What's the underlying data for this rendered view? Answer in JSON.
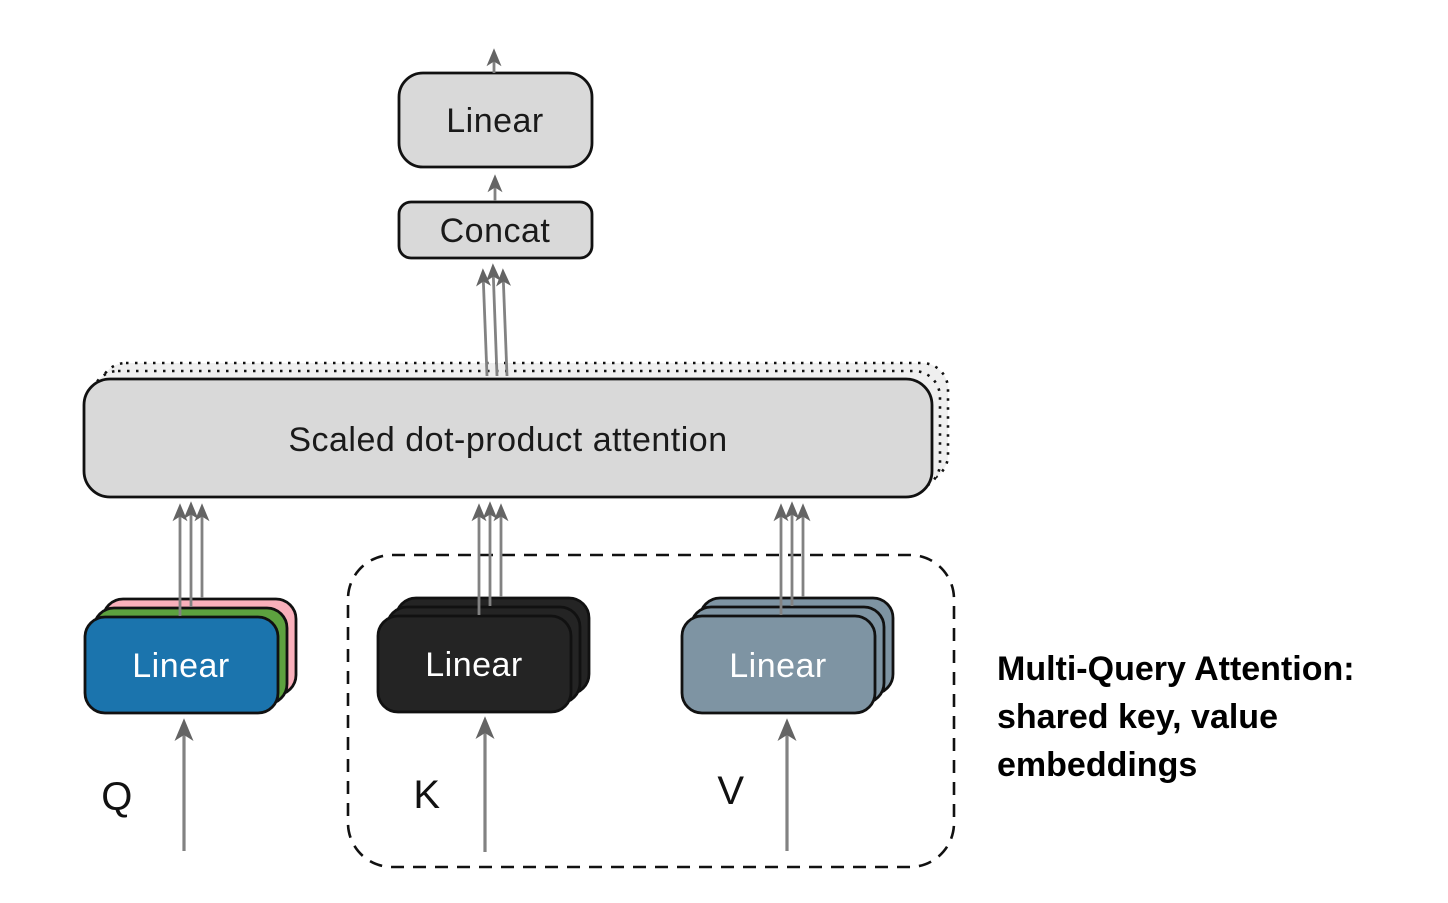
{
  "diagram": {
    "caption": {
      "line1": "Multi-Query Attention:",
      "line2": "shared key, value",
      "line3": "embeddings"
    },
    "boxes": {
      "output_linear": "Linear",
      "concat": "Concat",
      "attention": "Scaled dot-product attention",
      "query_linear": "Linear",
      "key_linear": "Linear",
      "value_linear": "Linear"
    },
    "labels": {
      "query": "Q",
      "key": "K",
      "value": "V"
    },
    "colors": {
      "box_gray": "#d9d9d9",
      "box_gray_light": "#efefef",
      "query_blue": "#1b74ad",
      "query_green": "#5da23f",
      "query_pink": "#f9b0bb",
      "key_black": "#242424",
      "value_slate": "#7e94a3",
      "outline": "#111111",
      "arrow_line": "#828282",
      "arrow_head": "#646464",
      "dark_text": "#1a1a1a",
      "white_text": "#ffffff"
    }
  }
}
